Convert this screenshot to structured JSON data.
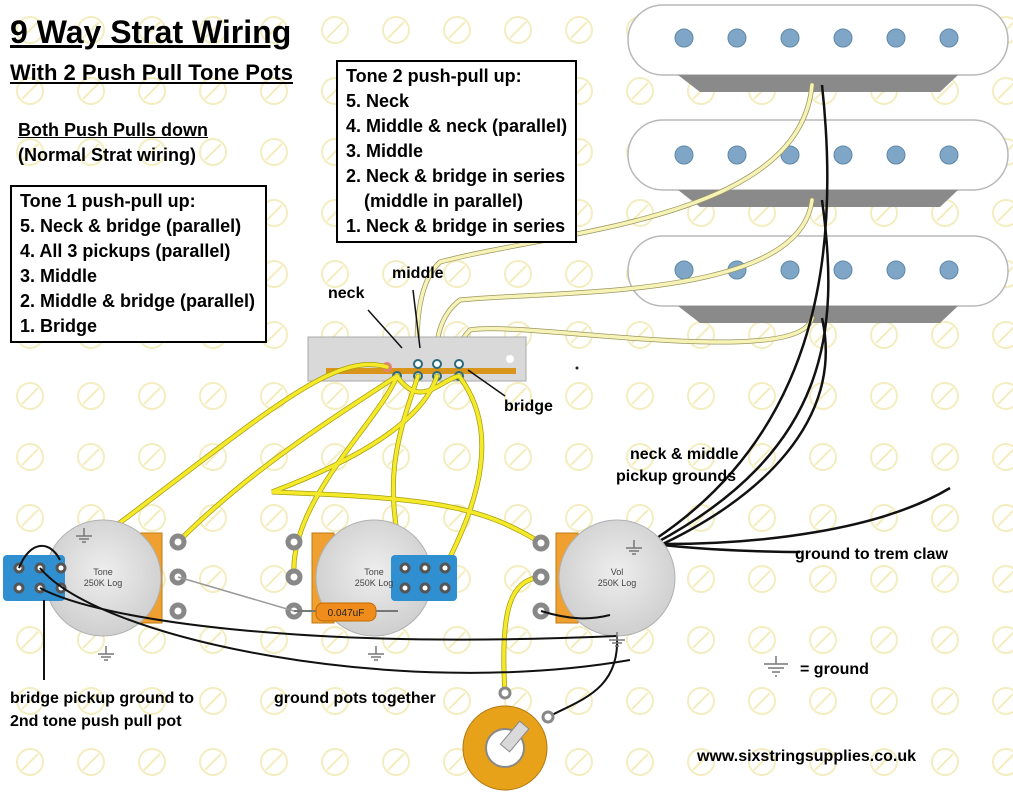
{
  "title": "9 Way Strat Wiring",
  "subtitle": "With 2 Push Pull Tone Pots",
  "normal": {
    "line1": "Both Push Pulls down",
    "line2": "(Normal Strat wiring)"
  },
  "tone1_box": {
    "heading": "Tone 1 push-pull up:",
    "items": [
      "5. Neck & bridge (parallel)",
      "4. All 3 pickups (parallel)",
      "3. Middle",
      "2. Middle & bridge (parallel)",
      "1. Bridge"
    ]
  },
  "tone2_box": {
    "heading": "Tone 2 push-pull up:",
    "items": [
      "5. Neck",
      "4. Middle & neck (parallel)",
      "3. Middle",
      "2. Neck & bridge in series",
      "(middle in parallel)",
      "1. Neck & bridge in series"
    ]
  },
  "labels": {
    "neck": "neck",
    "middle": "middle",
    "bridge": "bridge",
    "neck_middle_grounds_1": "neck & middle",
    "neck_middle_grounds_2": "pickup grounds",
    "ground_trem": "ground to trem claw",
    "ground_legend": "= ground",
    "bridge_ground_1": "bridge pickup ground to",
    "bridge_ground_2": "2nd tone push pull pot",
    "ground_pots": "ground pots together",
    "website": "www.sixstringsupplies.co.uk"
  },
  "pots": {
    "tone1": {
      "name": "Tone",
      "value": "250K Log"
    },
    "tone2": {
      "name": "Tone",
      "value": "250K Log"
    },
    "vol": {
      "name": "Vol",
      "value": "250K Log"
    }
  },
  "capacitor": "0.047uF",
  "colors": {
    "wire_yellow": "#f5ea2a",
    "wire_cream": "#f7f3b6",
    "wire_black": "#111111",
    "pot_body": "#d9d9d9",
    "pot_lug": "#f0a030",
    "switch_blue": "#2f8fd0",
    "jack": "#e8a21a",
    "capacitor": "#f08c1c"
  }
}
